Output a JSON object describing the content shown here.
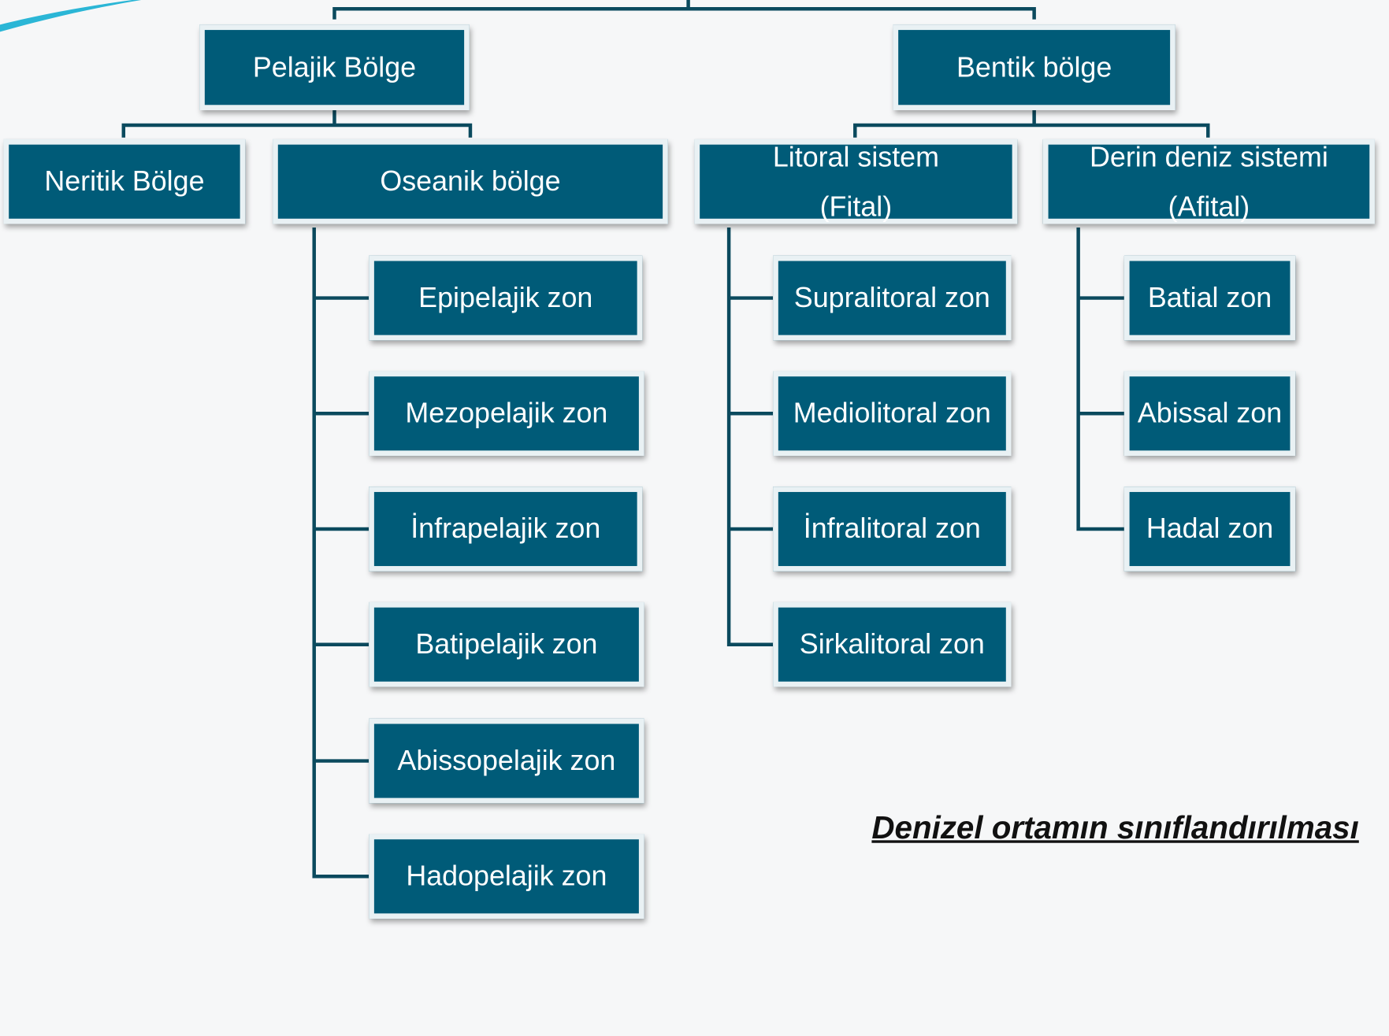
{
  "colors": {
    "node_fill": "#005b78",
    "node_text": "#ffffff",
    "connector": "#0b4a5e",
    "background": "#f6f7f8",
    "swoosh": "#2bb6d6"
  },
  "diagram": {
    "level1": {
      "pelajik": "Pelajik Bölge",
      "bentik": "Bentik bölge"
    },
    "level2": {
      "neritik": "Neritik Bölge",
      "oseanik": "Oseanik bölge",
      "litoral": [
        "Litoral sistem",
        "(Fital)"
      ],
      "derin": [
        "Derin deniz sistemi",
        "(Afital)"
      ]
    },
    "oseanik_zones": [
      "Epipelajik zon",
      "Mezopelajik zon",
      "İnfrapelajik zon",
      "Batipelajik zon",
      "Abissopelajik zon",
      "Hadopelajik zon"
    ],
    "litoral_zones": [
      "Supralitoral zon",
      "Mediolitoral zon",
      "İnfralitoral zon",
      "Sirkalitoral zon"
    ],
    "derin_zones": [
      "Batial zon",
      "Abissal zon",
      "Hadal zon"
    ]
  },
  "caption": "Denizel ortamın sınıflandırılması"
}
